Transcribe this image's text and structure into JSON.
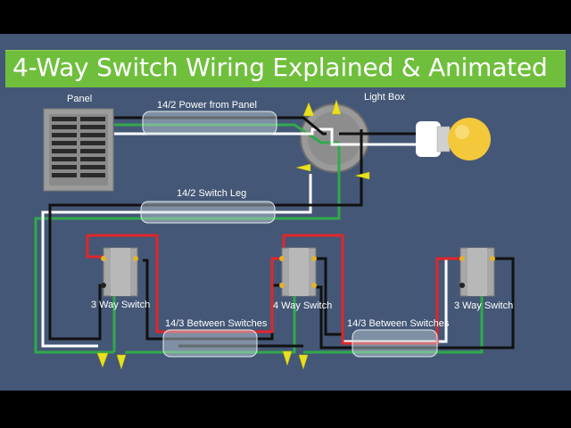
{
  "title": "4-Way Switch Wiring Explained & Animated",
  "labels": {
    "panel": "Panel",
    "power_from_panel": "14/2 Power from Panel",
    "light_box": "Light Box",
    "switch_leg": "14/2 Switch Leg",
    "switch_left": "3 Way Switch",
    "switch_middle": "4 Way Switch",
    "switch_right": "3 Way Switch",
    "between_left": "14/3 Between  Switches",
    "between_right": "14/3 Between  Switches"
  },
  "colors": {
    "background": "#445776",
    "title_bar": "#6fbf3d",
    "wire_black": "#111111",
    "wire_white": "#ffffff",
    "wire_red": "#e0262a",
    "wire_ground": "#2faa4a",
    "wire_nut": "#e8e020",
    "bulb": "#f3c83a"
  }
}
